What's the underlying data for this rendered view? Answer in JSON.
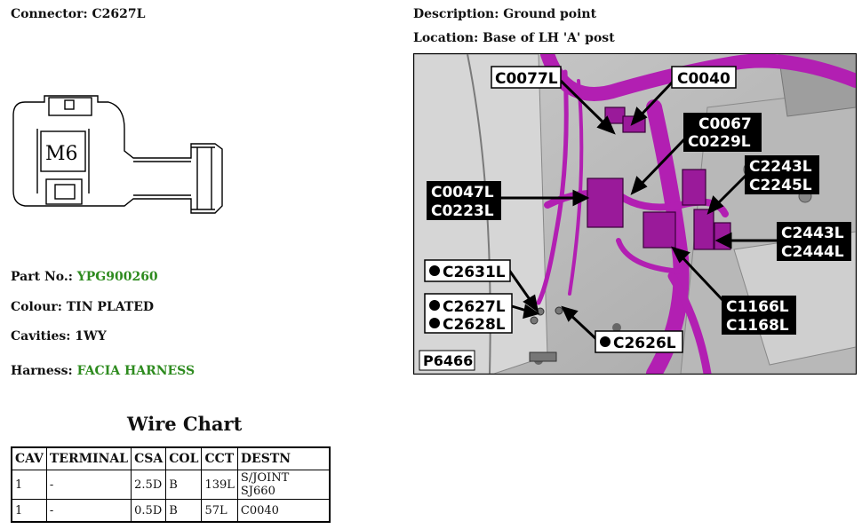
{
  "connector": {
    "label": "Connector:",
    "value": "C2627L"
  },
  "description": {
    "label": "Description:",
    "value": "Ground point"
  },
  "location": {
    "label": "Location:",
    "value": "Base of LH 'A' post"
  },
  "part_no": {
    "label": "Part No.:",
    "value": "YPG900260"
  },
  "colour": {
    "label": "Colour:",
    "value": "TIN PLATED"
  },
  "cavities": {
    "label": "Cavities:",
    "value": "1WY"
  },
  "harness": {
    "label": "Harness:",
    "value": "FACIA HARNESS"
  },
  "terminal_diagram": {
    "stud_label": "M6"
  },
  "wire_chart": {
    "title": "Wire Chart",
    "headers": [
      "CAV",
      "TERMINAL",
      "CSA",
      "COL",
      "CCT",
      "DESTN"
    ],
    "rows": [
      [
        "1",
        "-",
        "2.5D",
        "B",
        "139L",
        "S/JOINT SJ660"
      ],
      [
        "1",
        "-",
        "0.5D",
        "B",
        "57L",
        "C0040"
      ]
    ]
  },
  "photo": {
    "image_id": "P6466",
    "callouts": {
      "c0077l": "C0077L",
      "c0040": "C0040",
      "c0067": "C0067",
      "c0229l": "C0229L",
      "c2243l": "C2243L",
      "c2245l": "C2245L",
      "c0047l": "C0047L",
      "c0223l": "C0223L",
      "c2443l": "C2443L",
      "c2444l": "C2444L",
      "c2631l": "C2631L",
      "c2627l": "C2627L",
      "c2628l": "C2628L",
      "c1166l": "C1166L",
      "c1168l": "C1168L",
      "c2626l": "C2626L"
    }
  },
  "colors": {
    "green_value": "#2e8b1f",
    "harness_magenta": "#b21fb2"
  }
}
